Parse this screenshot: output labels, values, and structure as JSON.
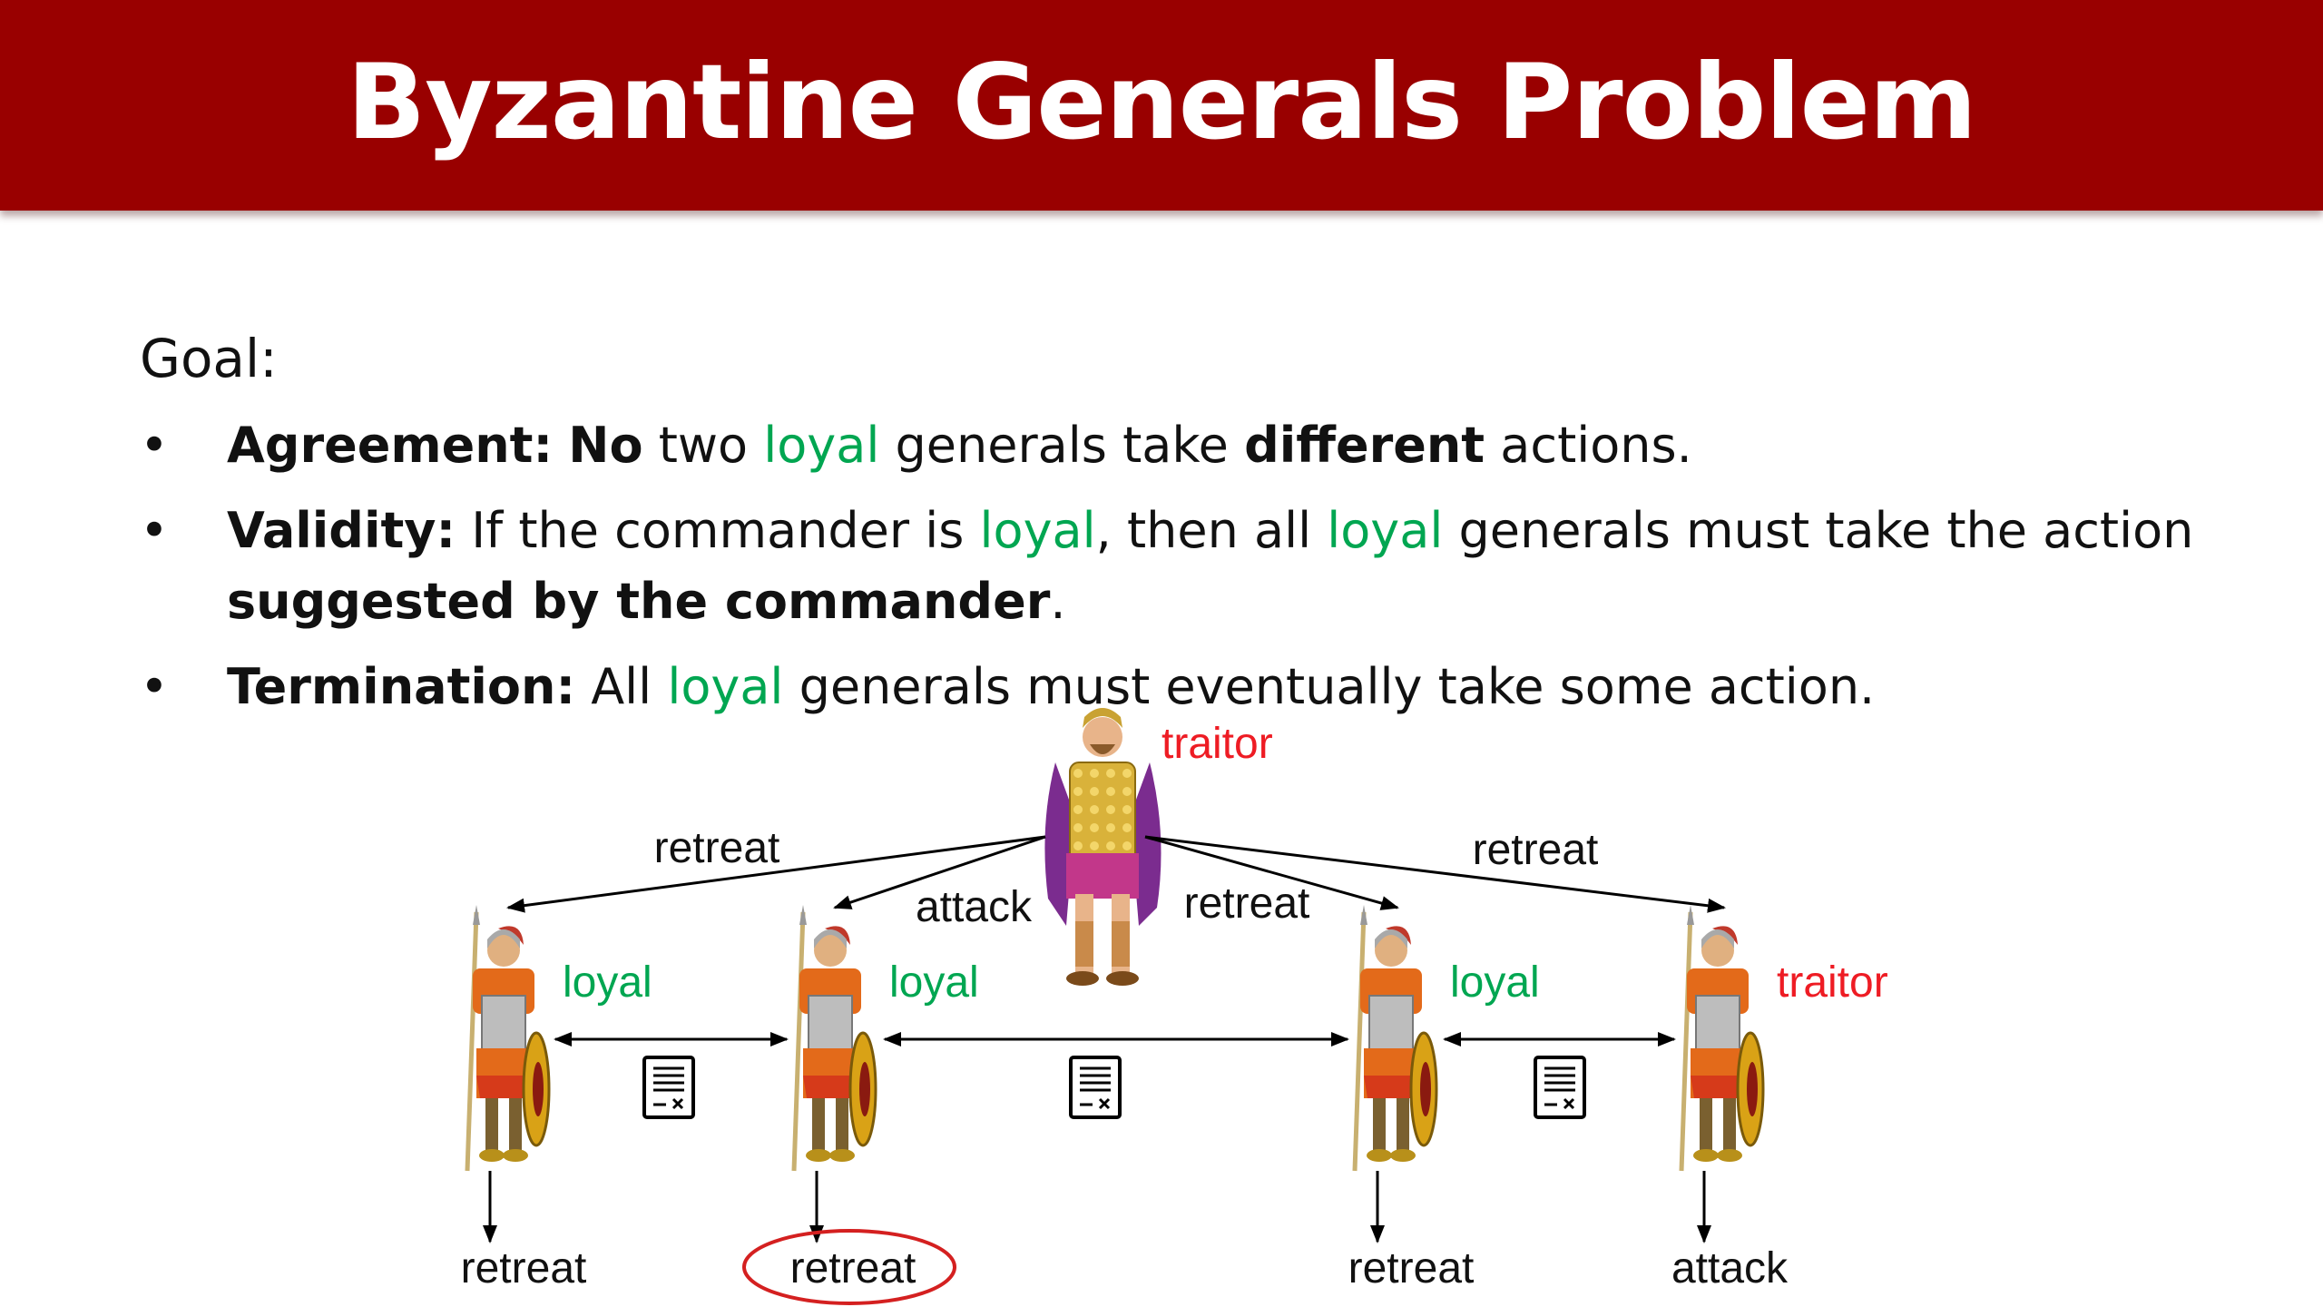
{
  "title": "Byzantine Generals Problem",
  "goal_label": "Goal:",
  "bullets": [
    {
      "term": "Agreement:",
      "parts": [
        {
          "text": " ",
          "style": "plain"
        },
        {
          "text": "No",
          "style": "bold"
        },
        {
          "text": " two ",
          "style": "plain"
        },
        {
          "text": "loyal",
          "style": "green"
        },
        {
          "text": " generals take ",
          "style": "plain"
        },
        {
          "text": "different",
          "style": "bold"
        },
        {
          "text": " actions.",
          "style": "plain"
        }
      ]
    },
    {
      "term": "Validity:",
      "parts": [
        {
          "text": " If the commander is ",
          "style": "plain"
        },
        {
          "text": "loyal",
          "style": "green"
        },
        {
          "text": ", then all ",
          "style": "plain"
        },
        {
          "text": "loyal",
          "style": "green"
        },
        {
          "text": " generals must take the action ",
          "style": "plain"
        },
        {
          "text": "suggested by the commander",
          "style": "bold"
        },
        {
          "text": ".",
          "style": "plain"
        }
      ]
    },
    {
      "term": "Termination:",
      "parts": [
        {
          "text": " All ",
          "style": "plain"
        },
        {
          "text": "loyal",
          "style": "green"
        },
        {
          "text": " generals must eventually take some action.",
          "style": "plain"
        }
      ]
    }
  ],
  "commander": {
    "role": "traitor"
  },
  "orders": [
    "retreat",
    "attack",
    "retreat",
    "retreat"
  ],
  "generals": [
    {
      "role": "loyal",
      "action": "retreat",
      "highlighted": false
    },
    {
      "role": "loyal",
      "action": "retreat",
      "highlighted": true
    },
    {
      "role": "loyal",
      "action": "retreat",
      "highlighted": false
    },
    {
      "role": "traitor",
      "action": "attack",
      "highlighted": false
    }
  ],
  "colors": {
    "title_bar": "#990000",
    "loyal": "#00a651",
    "traitor": "#ee1c24",
    "highlight_ring": "#d42020"
  },
  "icons": [
    "commander-figure",
    "soldier-figure",
    "message-document-icon"
  ]
}
